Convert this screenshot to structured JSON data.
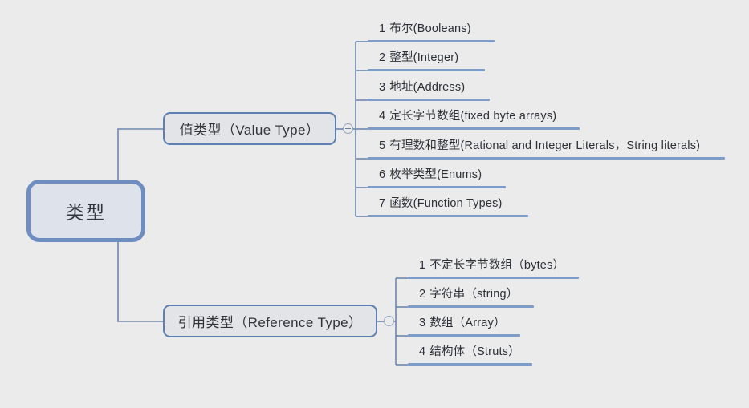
{
  "diagram": {
    "title": "类型",
    "background_color": "#ebebeb",
    "accent_color": "#7d9cc8",
    "node_border_color": "#5e7fb2",
    "root_border_color": "#6e8dc0",
    "root": {
      "label": "类型"
    },
    "branches": [
      {
        "id": "value-type",
        "label": "值类型（Value Type）",
        "toggle_icon": "collapse-minus-icon",
        "children": [
          {
            "index": "1",
            "label": "布尔(Booleans)"
          },
          {
            "index": "2",
            "label": "整型(Integer)"
          },
          {
            "index": "3",
            "label": "地址(Address)"
          },
          {
            "index": "4",
            "label": "定长字节数组(fixed byte arrays)"
          },
          {
            "index": "5",
            "label": "有理数和整型(Rational and Integer Literals，String literals)"
          },
          {
            "index": "6",
            "label": "枚举类型(Enums)"
          },
          {
            "index": "7",
            "label": "函数(Function Types)"
          }
        ]
      },
      {
        "id": "reference-type",
        "label": "引用类型（Reference Type）",
        "toggle_icon": "collapse-minus-icon",
        "children": [
          {
            "index": "1",
            "label": "不定长字节数组（bytes）"
          },
          {
            "index": "2",
            "label": "字符串（string）"
          },
          {
            "index": "3",
            "label": "数组（Array）"
          },
          {
            "index": "4",
            "label": "结构体（Struts）"
          }
        ]
      }
    ]
  }
}
